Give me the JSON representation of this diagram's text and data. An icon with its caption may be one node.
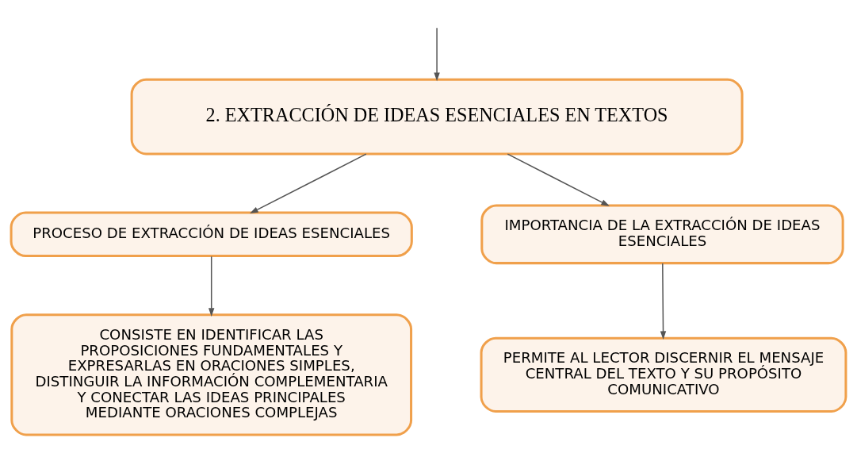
{
  "diagram": {
    "nodes": [
      {
        "text": [
          "2. EXTRACCIÓN DE IDEAS ESENCIALES EN TEXTOS"
        ]
      },
      {
        "text": [
          "PROCESO DE EXTRACCIÓN DE IDEAS ESENCIALES"
        ]
      },
      {
        "text": [
          "IMPORTANCIA DE LA EXTRACCIÓN DE IDEAS ESENCIALES"
        ]
      },
      {
        "text": [
          "CONSISTE EN IDENTIFICAR LAS PROPOSICIONES FUNDAMENTALES Y EXPRESARLAS EN ORACIONES SIMPLES, DISTINGUIR LA INFORMACIÓN COMPLEMENTARIA Y CONECTAR LAS IDEAS PRINCIPALES MEDIANTE ORACIONES COMPLEJAS"
        ]
      },
      {
        "text": [
          "PERMITE AL LECTOR DISCERNIR EL MENSAJE CENTRAL DEL TEXTO Y SU PROPÓSITO COMUNICATIVO"
        ]
      }
    ],
    "edges": [
      {
        "from": null,
        "to": 0,
        "arrow": "to"
      },
      {
        "from": 0,
        "to": 1,
        "arrow": "to"
      },
      {
        "from": 0,
        "to": 2,
        "arrow": "to"
      },
      {
        "from": 1,
        "to": 3,
        "arrow": "to"
      },
      {
        "from": 2,
        "to": 4,
        "arrow": "to"
      }
    ]
  }
}
